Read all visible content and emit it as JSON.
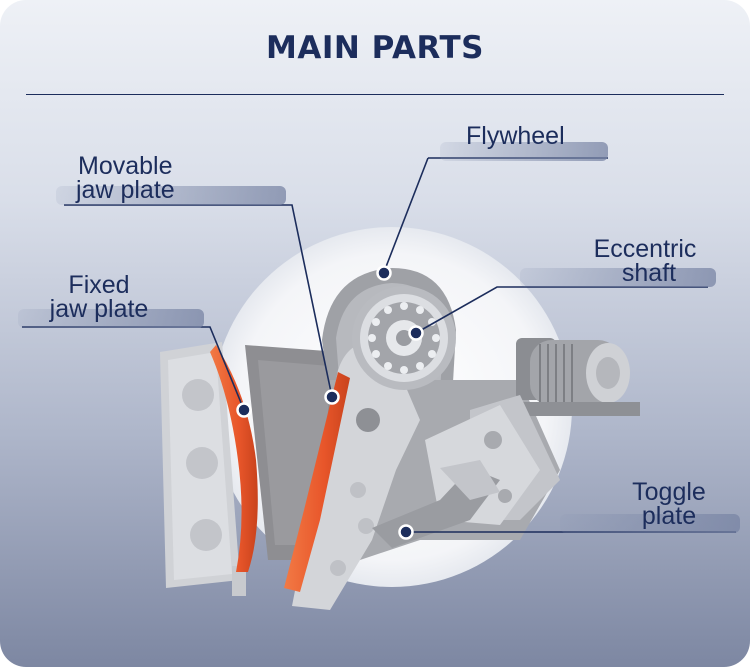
{
  "title": "MAIN PARTS",
  "parts": [
    {
      "line1": "Movable",
      "line2": "jaw plate"
    },
    {
      "line1": "Fixed",
      "line2": "jaw plate"
    },
    {
      "line1": "Flywheel"
    },
    {
      "line1": "Eccentric",
      "line2": "shaft"
    },
    {
      "line1": "Toggle",
      "line2": "plate"
    }
  ],
  "colors": {
    "title": "#1c2d5c",
    "leader_lines": "#1c2d5c",
    "jaw_plate": "#e8562a",
    "machine_body": "#c9ccd2"
  }
}
